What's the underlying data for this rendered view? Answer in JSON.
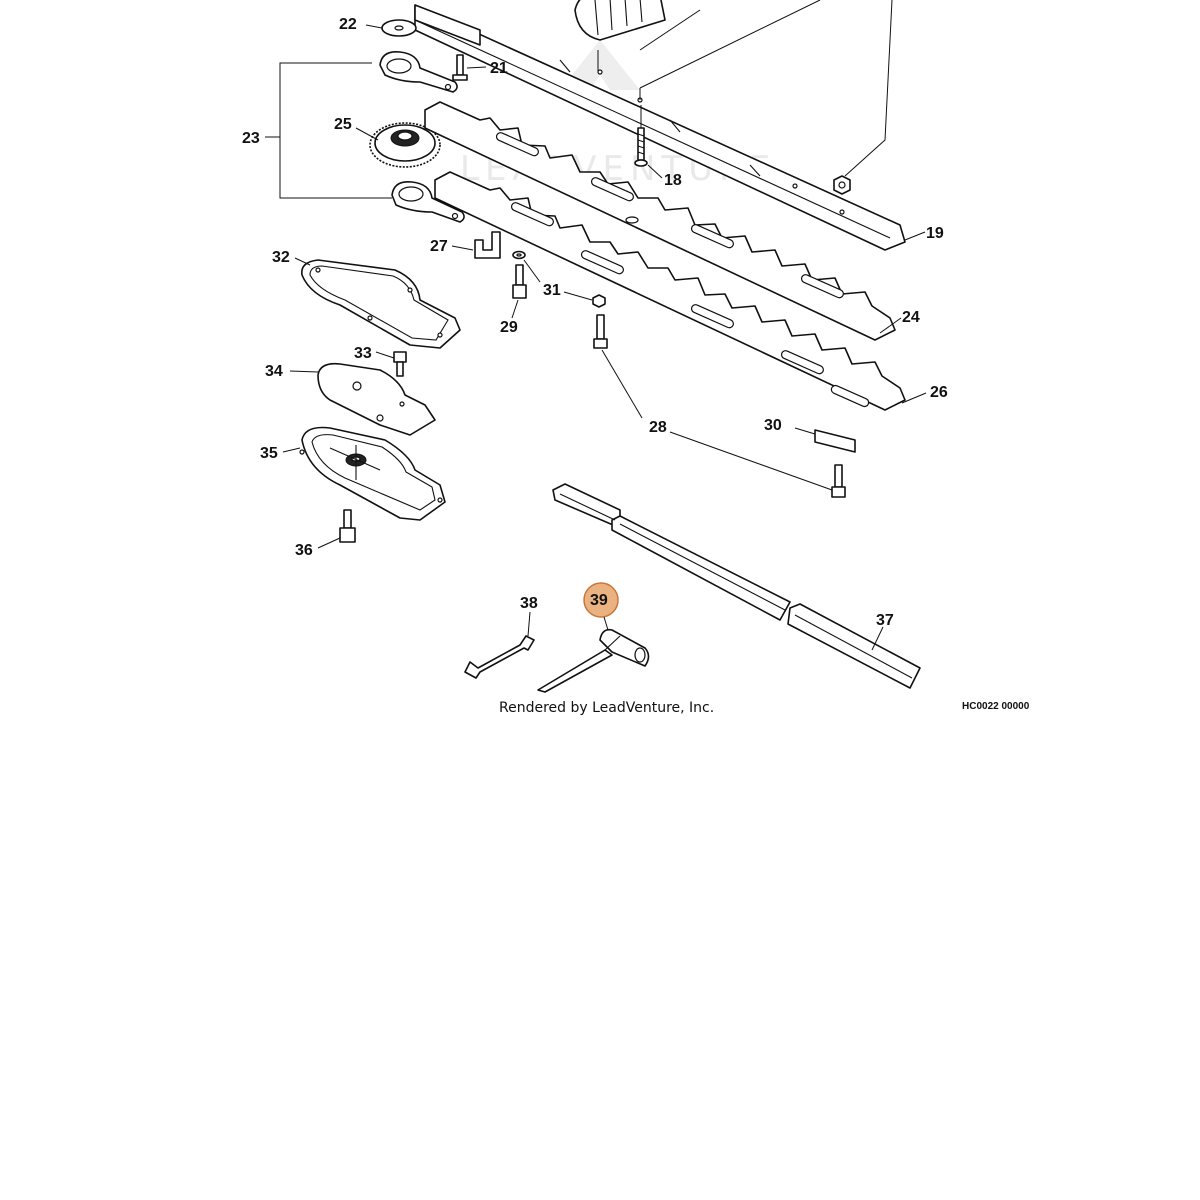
{
  "diagram": {
    "callouts": {
      "p18": "18",
      "p19": "19",
      "p21": "21",
      "p22": "22",
      "p23": "23",
      "p24": "24",
      "p25": "25",
      "p26": "26",
      "p27": "27",
      "p28": "28",
      "p29": "29",
      "p30": "30",
      "p31": "31",
      "p32": "32",
      "p33": "33",
      "p34": "34",
      "p35": "35",
      "p36": "36",
      "p37": "37",
      "p38": "38",
      "p39": "39"
    },
    "highlighted_part": "39",
    "highlight_color": "#e8a46b",
    "caption": "Rendered by LeadVenture, Inc.",
    "drawing_code": "HC0022 00000",
    "watermark": "LEADVENTURE"
  }
}
